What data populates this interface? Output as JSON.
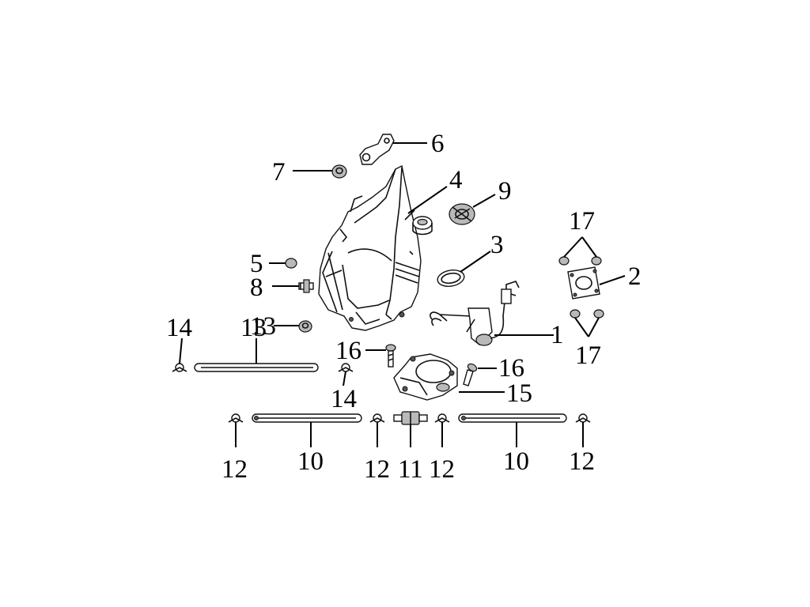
{
  "diagram": {
    "labels": {
      "p1": "1",
      "p2": "2",
      "p3": "3",
      "p4": "4",
      "p5": "5",
      "p6": "6",
      "p7": "7",
      "p8": "8",
      "p9": "9",
      "p10a": "10",
      "p10b": "10",
      "p11": "11",
      "p12a": "12",
      "p12b": "12",
      "p12c": "12",
      "p12d": "12",
      "p13": "13",
      "p14a": "14",
      "p14b": "14",
      "p15": "15",
      "p16a": "16",
      "p16b": "16",
      "p17a": "17",
      "p17b": "17"
    }
  }
}
